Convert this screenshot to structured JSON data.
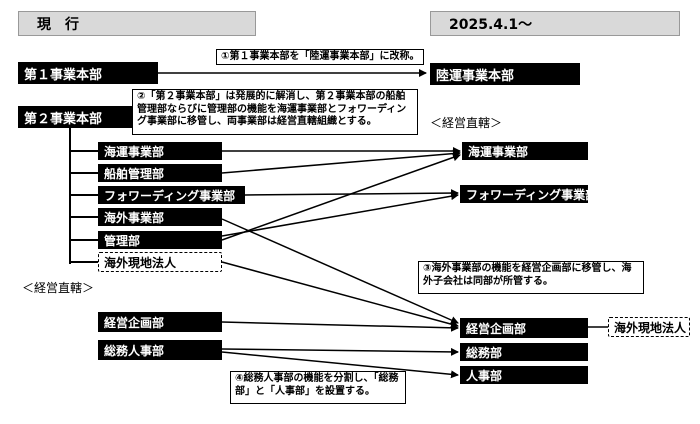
{
  "header": {
    "current": "現　行",
    "new": "2025.4.1～"
  },
  "left": {
    "hq1": "第１事業本部",
    "hq2": "第２事業本部",
    "sub_units": [
      "海運事業部",
      "船舶管理部",
      "フォワーディング事業部",
      "海外事業部",
      "管理部"
    ],
    "overseas": "海外現地法人",
    "direct": "＜経営直轄＞",
    "planning": "経営企画部",
    "ga_hr": "総務人事部"
  },
  "right": {
    "land": "陸運事業本部",
    "direct": "＜経営直轄＞",
    "shipping": "海運事業部",
    "forwarding": "フォワーディング事業部",
    "planning": "経営企画部",
    "overseas": "海外現地法人",
    "general_affairs": "総務部",
    "hr": "人事部"
  },
  "notes": {
    "n1": "①第１事業本部を「陸運事業本部」に改称。",
    "n2": "②「第２事業本部」は発展的に解消し、第２事業本部の船舶管理部ならびに管理部の機能を海運事業部とフォワーディング事業部に移管し、両事業部は経営直轄組織とする。",
    "n3": "③海外事業部の機能を経営企画部に移管し、海外子会社は同部が所管する。",
    "n4": "④総務人事部の機能を分割し、「総務部」と「人事部」を設置する。"
  }
}
